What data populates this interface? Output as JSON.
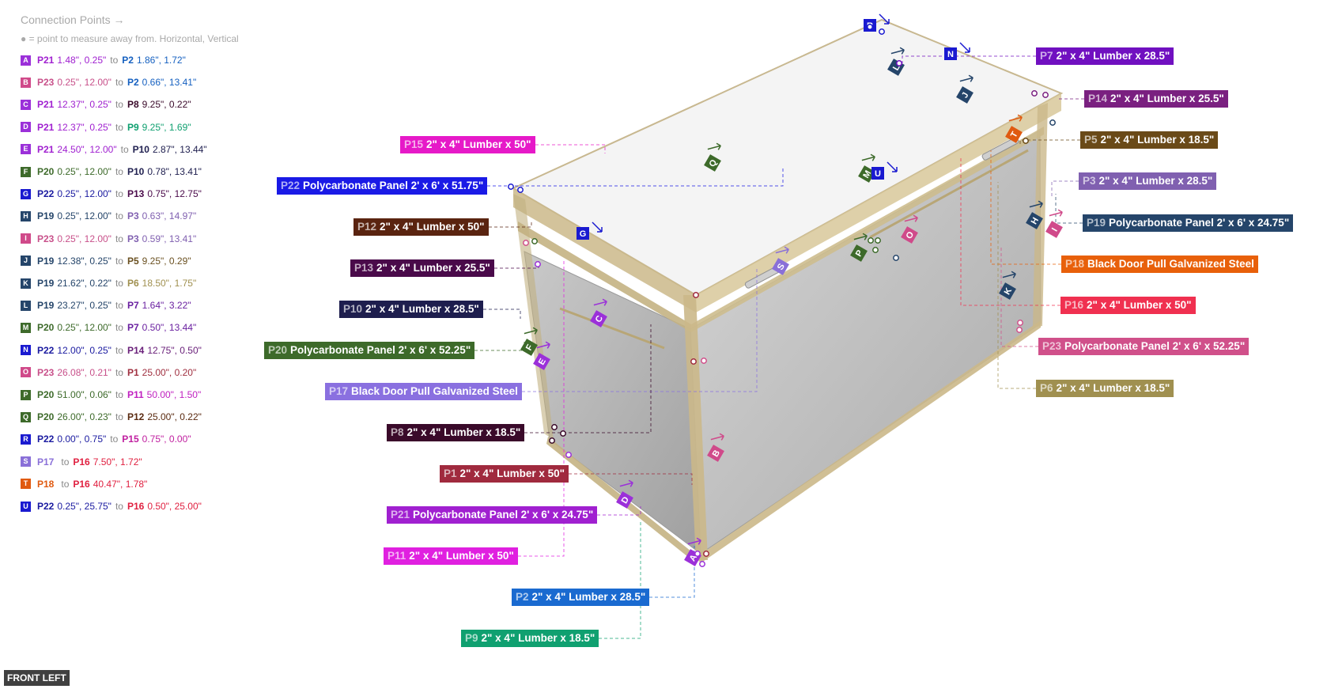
{
  "panel": {
    "title": "Connection Points →",
    "note": "● = point to measure away from. Horizontal, Vertical"
  },
  "connections": [
    {
      "letter": "A",
      "badge": "#9b30d9",
      "from_id": "P21",
      "from_color": "#a020d0",
      "from_val": "1.48\", 0.25\"",
      "to_id": "P2",
      "to_color": "#1560c0",
      "to_val": "1.86\", 1.72\""
    },
    {
      "letter": "B",
      "badge": "#d04a8a",
      "from_id": "P23",
      "from_color": "#c8508a",
      "from_val": "0.25\", 12.00\"",
      "to_id": "P2",
      "to_color": "#1560c0",
      "to_val": "0.66\", 13.41\""
    },
    {
      "letter": "C",
      "badge": "#9b30d9",
      "from_id": "P21",
      "from_color": "#a020d0",
      "from_val": "12.37\", 0.25\"",
      "to_id": "P8",
      "to_color": "#3a0a2a",
      "to_val": "9.25\", 0.22\""
    },
    {
      "letter": "D",
      "badge": "#9b30d9",
      "from_id": "P21",
      "from_color": "#a020d0",
      "from_val": "12.37\", 0.25\"",
      "to_id": "P9",
      "to_color": "#10a070",
      "to_val": "9.25\", 1.69\""
    },
    {
      "letter": "E",
      "badge": "#9b30d9",
      "from_id": "P21",
      "from_color": "#a020d0",
      "from_val": "24.50\", 12.00\"",
      "to_id": "P10",
      "to_color": "#202050",
      "to_val": "2.87\", 13.44\""
    },
    {
      "letter": "F",
      "badge": "#3d6a2a",
      "from_id": "P20",
      "from_color": "#3d6a2a",
      "from_val": "0.25\", 12.00\"",
      "to_id": "P10",
      "to_color": "#202050",
      "to_val": "0.78\", 13.41\""
    },
    {
      "letter": "G",
      "badge": "#1a1ad0",
      "from_id": "P22",
      "from_color": "#1a1aa0",
      "from_val": "0.25\", 12.00\"",
      "to_id": "P13",
      "to_color": "#4a0a4a",
      "to_val": "0.75\", 12.75\""
    },
    {
      "letter": "H",
      "badge": "#25456a",
      "from_id": "P19",
      "from_color": "#25456a",
      "from_val": "0.25\", 12.00\"",
      "to_id": "P3",
      "to_color": "#8060b0",
      "to_val": "0.63\", 14.97\""
    },
    {
      "letter": "I",
      "badge": "#d04a8a",
      "from_id": "P23",
      "from_color": "#c8508a",
      "from_val": "0.25\", 12.00\"",
      "to_id": "P3",
      "to_color": "#8060b0",
      "to_val": "0.59\", 13.41\""
    },
    {
      "letter": "J",
      "badge": "#25456a",
      "from_id": "P19",
      "from_color": "#25456a",
      "from_val": "12.38\", 0.25\"",
      "to_id": "P5",
      "to_color": "#6a5020",
      "to_val": "9.25\", 0.29\""
    },
    {
      "letter": "K",
      "badge": "#25456a",
      "from_id": "P19",
      "from_color": "#25456a",
      "from_val": "21.62\", 0.22\"",
      "to_id": "P6",
      "to_color": "#a09050",
      "to_val": "18.50\", 1.75\""
    },
    {
      "letter": "L",
      "badge": "#25456a",
      "from_id": "P19",
      "from_color": "#25456a",
      "from_val": "23.27\", 0.25\"",
      "to_id": "P7",
      "to_color": "#6a20a0",
      "to_val": "1.64\", 3.22\""
    },
    {
      "letter": "M",
      "badge": "#3d6a2a",
      "from_id": "P20",
      "from_color": "#3d6a2a",
      "from_val": "0.25\", 12.00\"",
      "to_id": "P7",
      "to_color": "#6a20a0",
      "to_val": "0.50\", 13.44\""
    },
    {
      "letter": "N",
      "badge": "#1a1ad0",
      "from_id": "P22",
      "from_color": "#1a1aa0",
      "from_val": "12.00\", 0.25\"",
      "to_id": "P14",
      "to_color": "#6a207a",
      "to_val": "12.75\", 0.50\""
    },
    {
      "letter": "O",
      "badge": "#d04a8a",
      "from_id": "P23",
      "from_color": "#c8508a",
      "from_val": "26.08\", 0.21\"",
      "to_id": "P1",
      "to_color": "#a03040",
      "to_val": "25.00\", 0.20\""
    },
    {
      "letter": "P",
      "badge": "#3d6a2a",
      "from_id": "P20",
      "from_color": "#3d6a2a",
      "from_val": "51.00\", 0.06\"",
      "to_id": "P11",
      "to_color": "#c020c0",
      "to_val": "50.00\", 1.50\""
    },
    {
      "letter": "Q",
      "badge": "#3d6a2a",
      "from_id": "P20",
      "from_color": "#3d6a2a",
      "from_val": "26.00\", 0.23\"",
      "to_id": "P12",
      "to_color": "#5a2a10",
      "to_val": "25.00\", 0.22\""
    },
    {
      "letter": "R",
      "badge": "#1a1ad0",
      "from_id": "P22",
      "from_color": "#1a1aa0",
      "from_val": "0.00\", 0.75\"",
      "to_id": "P15",
      "to_color": "#c020a0",
      "to_val": "0.75\", 0.00\""
    },
    {
      "letter": "S",
      "badge": "#8a70d8",
      "from_id": "P17",
      "from_color": "#8a70d8",
      "from_val": "",
      "to_id": "P16",
      "to_color": "#e02040",
      "to_val": "7.50\", 1.72\""
    },
    {
      "letter": "T",
      "badge": "#e05a10",
      "from_id": "P18",
      "from_color": "#e05a10",
      "from_val": "",
      "to_id": "P16",
      "to_color": "#e02040",
      "to_val": "40.47\", 1.78\""
    },
    {
      "letter": "U",
      "badge": "#1a1ad0",
      "from_id": "P22",
      "from_color": "#1a1aa0",
      "from_val": "0.25\", 25.75\"",
      "to_id": "P16",
      "to_color": "#e02040",
      "to_val": "0.50\", 25.00\""
    }
  ],
  "connector_word": "to",
  "parts": [
    {
      "id": "P15",
      "name": "2\" x 4\" Lumber  x 50\"",
      "color": "#e619c8"
    },
    {
      "id": "P22",
      "name": "Polycarbonate Panel 2' x 6'  x 51.75\"",
      "color": "#1a1ae6"
    },
    {
      "id": "P12",
      "name": "2\" x 4\" Lumber  x 50\"",
      "color": "#5a2410"
    },
    {
      "id": "P13",
      "name": "2\" x 4\" Lumber  x 25.5\"",
      "color": "#4a0a4a"
    },
    {
      "id": "P10",
      "name": "2\" x 4\" Lumber  x 28.5\"",
      "color": "#1e1e4e"
    },
    {
      "id": "P20",
      "name": "Polycarbonate Panel 2' x 6'  x 52.25\"",
      "color": "#3d6a2a"
    },
    {
      "id": "P17",
      "name": "Black Door Pull Galvanized Steel",
      "color": "#8a70e0"
    },
    {
      "id": "P8",
      "name": "2\" x 4\" Lumber  x 18.5\"",
      "color": "#3a0a2a"
    },
    {
      "id": "P1",
      "name": "2\" x 4\" Lumber  x 50\"",
      "color": "#a02a3e"
    },
    {
      "id": "P21",
      "name": "Polycarbonate Panel 2' x 6'  x 24.75\"",
      "color": "#a020d0"
    },
    {
      "id": "P11",
      "name": "2\" x 4\" Lumber  x 50\"",
      "color": "#e020e0"
    },
    {
      "id": "P2",
      "name": "2\" x 4\" Lumber  x 28.5\"",
      "color": "#1a6ad0"
    },
    {
      "id": "P9",
      "name": "2\" x 4\" Lumber  x 18.5\"",
      "color": "#10a070"
    },
    {
      "id": "P7",
      "name": "2\" x 4\" Lumber  x 28.5\"",
      "color": "#7010c0"
    },
    {
      "id": "P14",
      "name": "2\" x 4\" Lumber  x 25.5\"",
      "color": "#7a2080"
    },
    {
      "id": "P5",
      "name": "2\" x 4\" Lumber  x 18.5\"",
      "color": "#6a4a18"
    },
    {
      "id": "P3",
      "name": "2\" x 4\" Lumber  x 28.5\"",
      "color": "#8060b0"
    },
    {
      "id": "P19",
      "name": "Polycarbonate Panel 2' x 6'  x 24.75\"",
      "color": "#25456a"
    },
    {
      "id": "P18",
      "name": "Black Door Pull Galvanized Steel",
      "color": "#e8600a"
    },
    {
      "id": "P16",
      "name": "2\" x 4\" Lumber  x 50\"",
      "color": "#f03050"
    },
    {
      "id": "P23",
      "name": "Polycarbonate Panel 2' x 6'  x 52.25\"",
      "color": "#d0508a"
    },
    {
      "id": "P6",
      "name": "2\" x 4\" Lumber  x 18.5\"",
      "color": "#a09050"
    }
  ],
  "view_label": "FRONT LEFT"
}
